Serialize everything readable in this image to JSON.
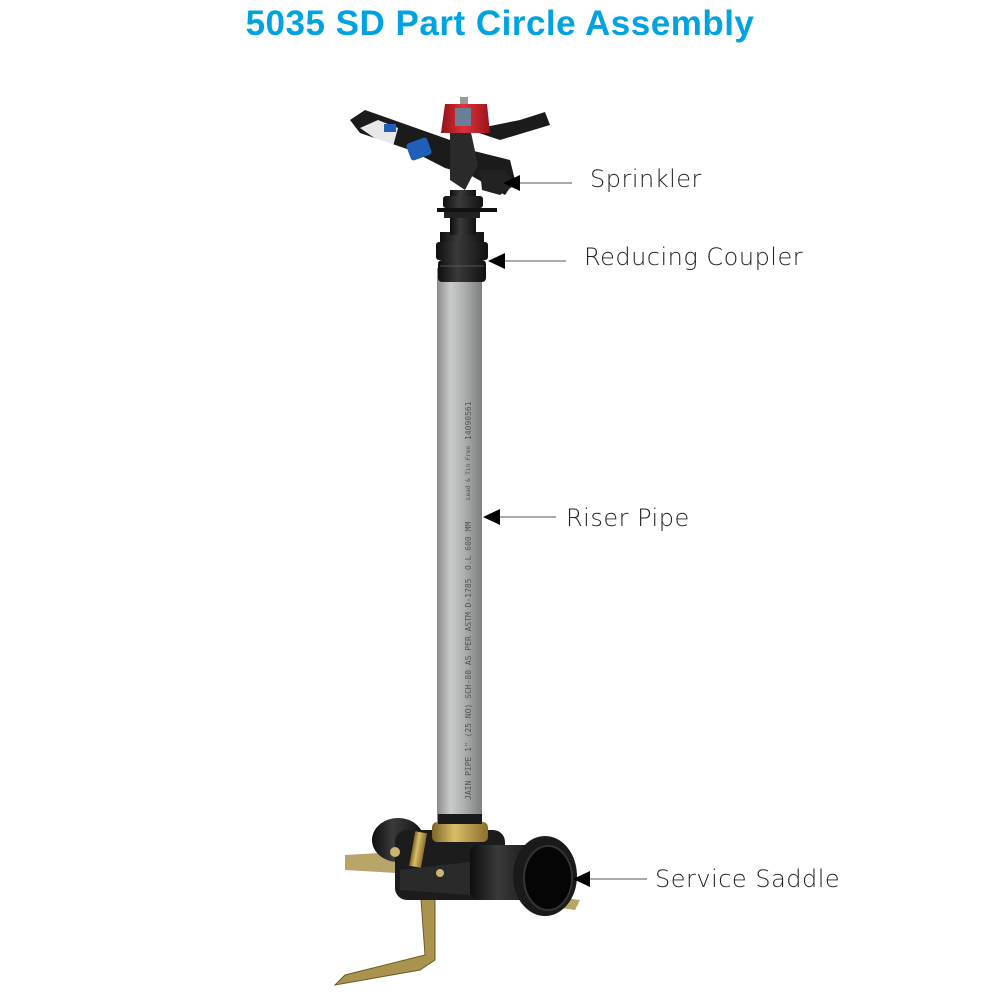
{
  "title": "5035 SD Part Circle Assembly",
  "colors": {
    "title": "#00a3e0",
    "nozzle_cap": "#c8202a",
    "body": "#1e1e1e",
    "pipe": "#a9abab",
    "brass": "#b8953a",
    "accent_blue": "#1f5fb8"
  },
  "callouts": [
    {
      "label": "Sprinkler"
    },
    {
      "label": "Reducing Coupler"
    },
    {
      "label": "Riser Pipe"
    },
    {
      "label": "Service Saddle"
    }
  ],
  "pipe_markings": {
    "code": "14090561",
    "tagline": "Lead & Tin Free",
    "length": "O.L 600 MM",
    "spec": "JAIN PIPE 1\" (25 NO) SCH-80 AS PER ASTM D-1785"
  }
}
